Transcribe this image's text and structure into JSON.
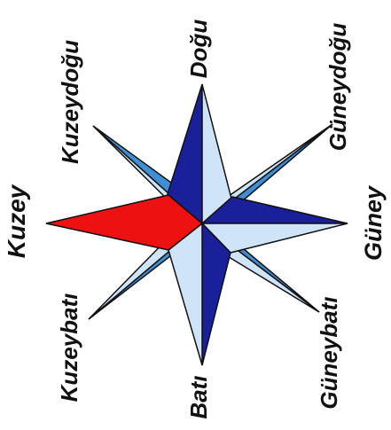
{
  "labels": {
    "north": "Doğu",
    "northeast": "Güneydoğu",
    "east": "Güney",
    "southeast": "Güneybatı",
    "south": "Batı",
    "southwest": "Kuzeybatı",
    "west": "Kuzey",
    "northwest": "Kuzeydoğu"
  },
  "colors": {
    "red": "#ee1111",
    "dark_blue": "#1a1f9a",
    "medium_blue": "#3f8ed6",
    "light_blue": "#cfe5f7",
    "outline": "#111111"
  }
}
